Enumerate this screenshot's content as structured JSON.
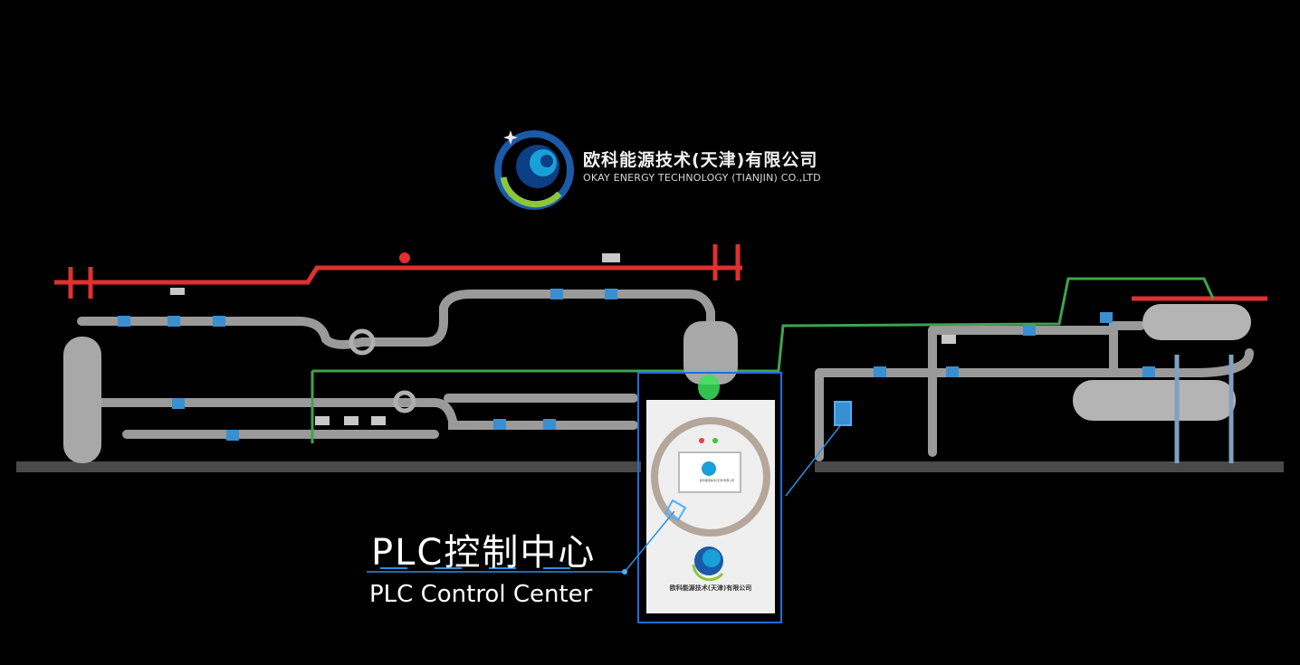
{
  "company": {
    "name_cn": "欧科能源技术(天津)有限公司",
    "name_en": "OKAY ENERGY TECHNOLOGY (TIANJIN) CO.,LTD"
  },
  "callout": {
    "title_cn": "PLC控制中心",
    "title_en": "PLC Control Center"
  },
  "cabinet": {
    "panel_label": "欧科能源技术(天津)有限公司",
    "screen_label": "欧科能源技术(天津)有限公司"
  },
  "colors": {
    "background": "#000000",
    "hot_pipe": "#e03030",
    "green_pipe": "#3fa34d",
    "pipe": "#9a9a9a",
    "valve": "#3a8fd0",
    "highlight": "#1e6ee0"
  }
}
